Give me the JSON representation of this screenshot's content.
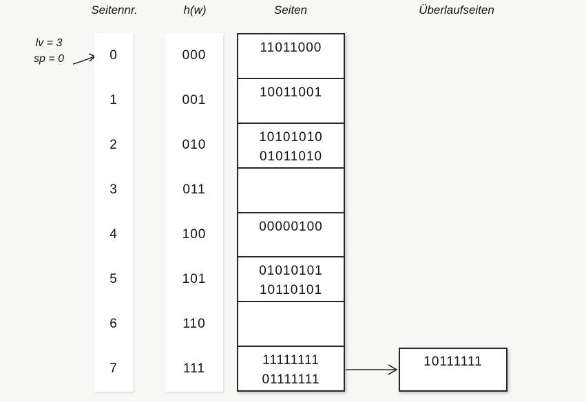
{
  "headers": {
    "seitennr": "Seitennr.",
    "hw": "h(w)",
    "seiten": "Seiten",
    "ueberlaufseiten": "Überlaufseiten"
  },
  "annotation": {
    "lv": "lv = 3",
    "sp": "sp = 0"
  },
  "rows": [
    {
      "nr": "0",
      "hw": "000",
      "lines": [
        "11011000"
      ]
    },
    {
      "nr": "1",
      "hw": "001",
      "lines": [
        "10011001"
      ]
    },
    {
      "nr": "2",
      "hw": "010",
      "lines": [
        "10101010",
        "01011010"
      ]
    },
    {
      "nr": "3",
      "hw": "011",
      "lines": []
    },
    {
      "nr": "4",
      "hw": "100",
      "lines": [
        "00000100"
      ]
    },
    {
      "nr": "5",
      "hw": "101",
      "lines": [
        "01010101",
        "10110101"
      ]
    },
    {
      "nr": "6",
      "hw": "110",
      "lines": []
    },
    {
      "nr": "7",
      "hw": "111",
      "lines": [
        "11111111",
        "01111111"
      ]
    }
  ],
  "overflow": {
    "connected_page_nr": "7",
    "lines": [
      "10111111"
    ]
  },
  "icons": {
    "sp_pointer": "arrow-up-right",
    "overflow_link": "arrow-right"
  },
  "colors": {
    "background": "#f7f7f5",
    "box_fill": "#ffffff",
    "line": "#262626",
    "text": "#111111"
  }
}
